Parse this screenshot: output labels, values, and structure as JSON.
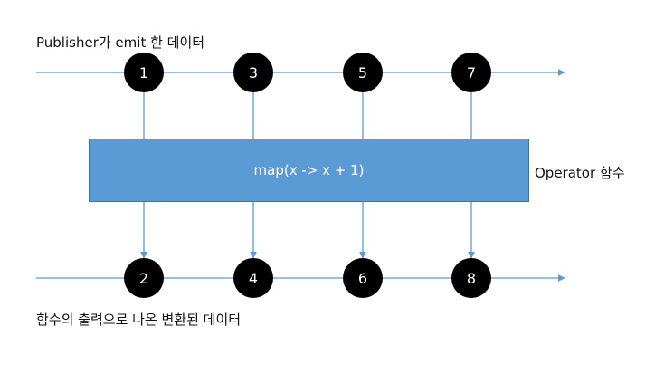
{
  "labels": {
    "top": "Publisher가 emit 한 데이터",
    "bottom": "함수의 출력으로 나온 변환된 데이터",
    "operator": "Operator 함수"
  },
  "operator": {
    "text": "map(x -> x + 1)"
  },
  "marbles": {
    "input": [
      "1",
      "3",
      "5",
      "7"
    ],
    "output": [
      "2",
      "4",
      "6",
      "8"
    ]
  },
  "colors": {
    "marble": "#000000",
    "timeline": "#5b9bd5",
    "operator_box": "#5b9bd5",
    "connector": "#5b9bd5"
  }
}
